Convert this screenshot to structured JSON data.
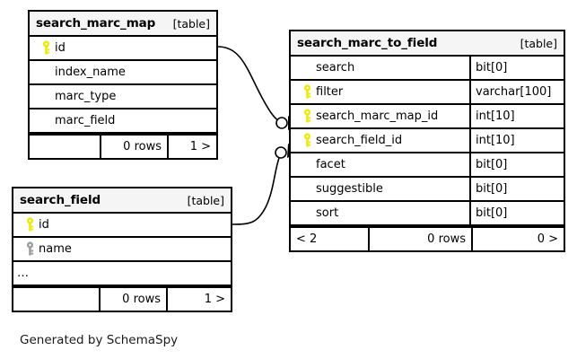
{
  "diagram": {
    "generator_note": "Generated by SchemaSpy",
    "table_tag": "[table]"
  },
  "tables": {
    "search_marc_map": {
      "name": "search_marc_map",
      "tag": "[table]",
      "columns": [
        {
          "key": "primary",
          "name": "id",
          "type": ""
        },
        {
          "key": "none",
          "name": "index_name",
          "type": ""
        },
        {
          "key": "none",
          "name": "marc_type",
          "type": ""
        },
        {
          "key": "none",
          "name": "marc_field",
          "type": ""
        }
      ],
      "footer": {
        "left": "",
        "middle": "0 rows",
        "right": "1 >"
      }
    },
    "search_field": {
      "name": "search_field",
      "tag": "[table]",
      "columns": [
        {
          "key": "primary",
          "name": "id",
          "type": ""
        },
        {
          "key": "index",
          "name": "name",
          "type": ""
        },
        {
          "key": "none",
          "name": "…",
          "type": ""
        }
      ],
      "footer": {
        "left": "",
        "middle": "0 rows",
        "right": "1 >"
      }
    },
    "search_marc_to_field": {
      "name": "search_marc_to_field",
      "tag": "[table]",
      "columns": [
        {
          "key": "none",
          "name": "search",
          "type": "bit[0]"
        },
        {
          "key": "primary",
          "name": "filter",
          "type": "varchar[100]"
        },
        {
          "key": "primary",
          "name": "search_marc_map_id",
          "type": "int[10]"
        },
        {
          "key": "primary",
          "name": "search_field_id",
          "type": "int[10]"
        },
        {
          "key": "none",
          "name": "facet",
          "type": "bit[0]"
        },
        {
          "key": "none",
          "name": "suggestible",
          "type": "bit[0]"
        },
        {
          "key": "none",
          "name": "sort",
          "type": "bit[0]"
        }
      ],
      "footer": {
        "left": "< 2",
        "middle": "0 rows",
        "right": "0 >"
      }
    }
  },
  "relationships": [
    {
      "from_table": "search_marc_map",
      "from_column": "id",
      "to_table": "search_marc_to_field",
      "to_column": "search_marc_map_id",
      "endpoint_marker": "circle-arrow"
    },
    {
      "from_table": "search_field",
      "from_column": "id",
      "to_table": "search_marc_to_field",
      "to_column": "search_field_id",
      "endpoint_marker": "circle-arrow"
    }
  ],
  "colors": {
    "key_primary": "#ecea06",
    "key_index": "#9d9d9d",
    "border": "#000000",
    "header_bg": "#f5f5f5",
    "background": "#ffffff",
    "text": "#000000"
  }
}
